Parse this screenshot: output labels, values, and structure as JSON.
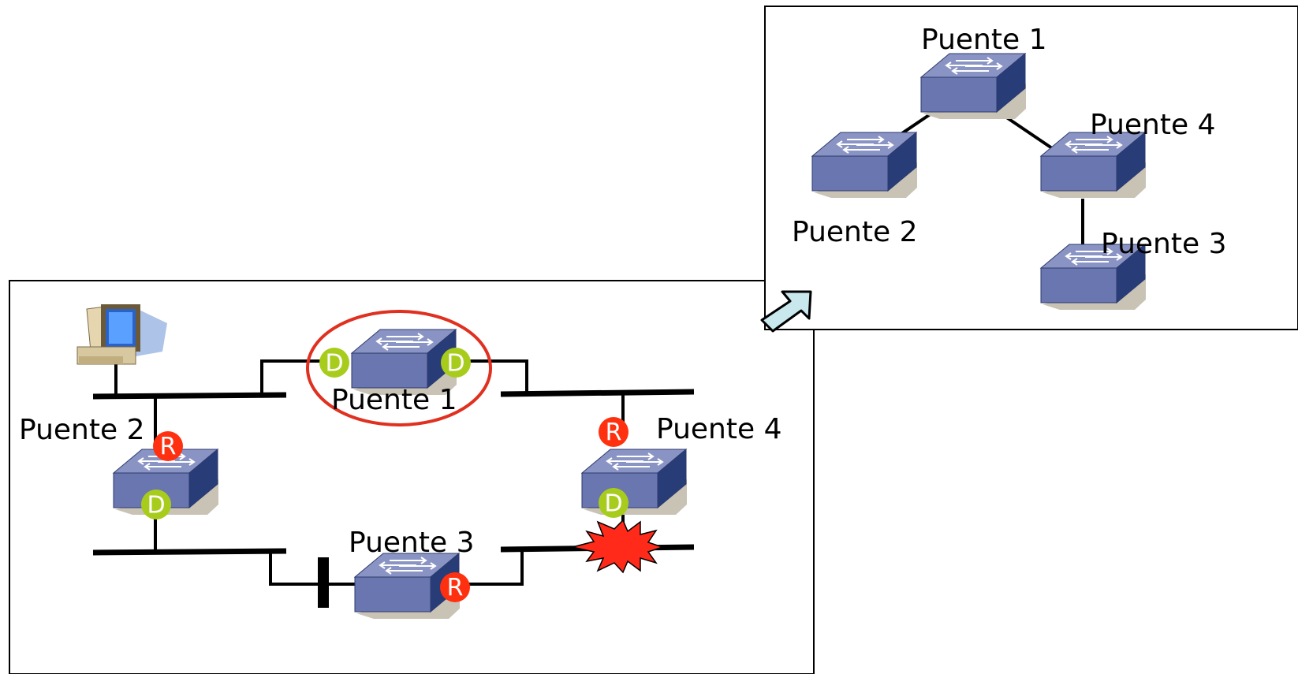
{
  "network_panel": {
    "bridges": [
      {
        "id": "b1",
        "label": "Puente 1",
        "is_root": true
      },
      {
        "id": "b2",
        "label": "Puente 2"
      },
      {
        "id": "b3",
        "label": "Puente 3"
      },
      {
        "id": "b4",
        "label": "Puente 4"
      }
    ],
    "ports": [
      {
        "bridge": "b1",
        "letter": "D",
        "role": "designated"
      },
      {
        "bridge": "b1",
        "letter": "D",
        "role": "designated"
      },
      {
        "bridge": "b2",
        "letter": "R",
        "role": "root"
      },
      {
        "bridge": "b2",
        "letter": "D",
        "role": "designated"
      },
      {
        "bridge": "b4",
        "letter": "R",
        "role": "root"
      },
      {
        "bridge": "b4",
        "letter": "D",
        "role": "designated"
      },
      {
        "bridge": "b3",
        "letter": "R",
        "role": "root"
      }
    ],
    "failure": "link-failure-star",
    "blocked": "blocked-port"
  },
  "tree_panel": {
    "labels": [
      "Puente 1",
      "Puente 4",
      "Puente 2",
      "Puente 3"
    ]
  },
  "colors": {
    "switch_top": "#8a94c4",
    "switch_front": "#6a76b0",
    "switch_side": "#283c78",
    "designated": "#a8cc1c",
    "root_port": "#ff3010",
    "root_ring": "#e03020",
    "failure": "#ff2a1a",
    "arrow": "#c8e8ee"
  }
}
